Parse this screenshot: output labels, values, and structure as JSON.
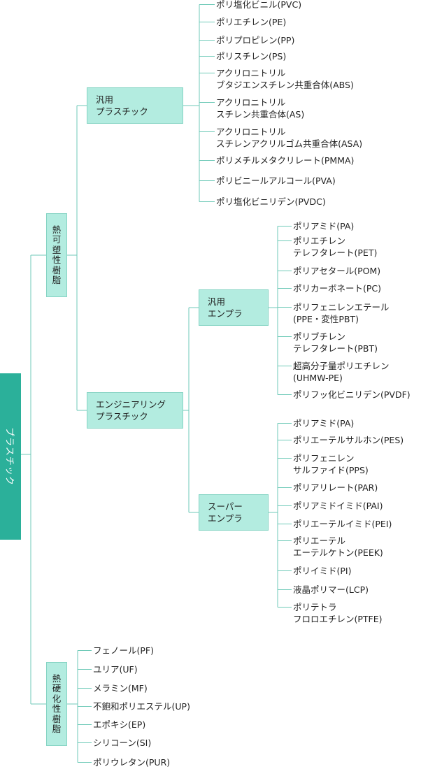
{
  "root": "プラスチック",
  "thermoplastic": {
    "label": [
      "熱",
      "可",
      "塑",
      "性",
      "樹",
      "脂"
    ],
    "general": {
      "label": "汎用\nプラスチック",
      "items": [
        "ポリ塩化ビニル(PVC)",
        "ポリエチレン(PE)",
        "ポリプロピレン(PP)",
        "ポリスチレン(PS)",
        "アクリロニトリル\nブタジエンスチレン共重合体(ABS)",
        "アクリロニトリル\nスチレン共重合体(AS)",
        "アクリロニトリル\nスチレンアクリルゴム共重合体(ASA)",
        "ポリメチルメタクリレート(PMMA)",
        "ポリビニールアルコール(PVA)",
        "ポリ塩化ビニリデン(PVDC)"
      ]
    },
    "engineering": {
      "label": "エンジニアリング\nプラスチック",
      "general": {
        "label": "汎用\nエンプラ",
        "items": [
          "ポリアミド(PA)",
          "ポリエチレン\nテレフタレート(PET)",
          "ポリアセタール(POM)",
          "ポリカーボネート(PC)",
          "ポリフェニレンエテール\n(PPE・変性PBT)",
          "ポリブチレン\nテレフタレート(PBT)",
          "超高分子量ポリエチレン\n(UHMW-PE)",
          "ポリフッ化ビニリデン(PVDF)"
        ]
      },
      "super": {
        "label": "スーパー\nエンプラ",
        "items": [
          "ポリアミド(PA)",
          "ポリエーテルサルホン(PES)",
          "ポリフェニレン\nサルファイド(PPS)",
          "ポリアリレート(PAR)",
          "ポリアミドイミド(PAI)",
          "ポリエーテルイミド(PEI)",
          "ポリエーテル\nエーテルケトン(PEEK)",
          "ポリイミド(PI)",
          "液晶ポリマー(LCP)",
          "ポリテトラ\nフロロエチレン(PTFE)"
        ]
      }
    }
  },
  "thermoset": {
    "label": [
      "熱",
      "硬",
      "化",
      "性",
      "樹",
      "脂"
    ],
    "items": [
      "フェノール(PF)",
      "ユリア(UF)",
      "メラミン(MF)",
      "不飽和ポリエステル(UP)",
      "エポキシ(EP)",
      "シリコーン(SI)",
      "ポリウレタン(PUR)"
    ]
  },
  "colors": {
    "root": "#2bb09a",
    "box": "#b3ece0",
    "box_border": "#86d4c4",
    "line": "#6fcab8"
  }
}
